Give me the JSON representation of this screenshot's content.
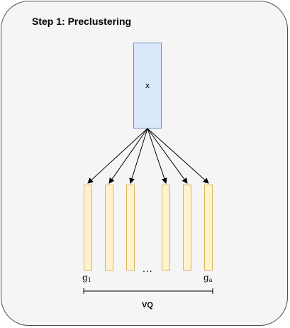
{
  "diagram": {
    "title": "Step 1: Preclustering",
    "input_label": "x",
    "first_group_label": {
      "base": "g",
      "sub": "1"
    },
    "last_group_label": {
      "base": "g",
      "sub": "a"
    },
    "ellipsis": "...",
    "span_label": "VQ"
  },
  "colors": {
    "input_fill": "#dae8fc",
    "input_stroke": "#6c8ebf",
    "group_fill": "#fff2cc",
    "group_stroke": "#d6b656",
    "panel_fill": "#f5f5f5",
    "panel_stroke": "#4d4d4d"
  }
}
